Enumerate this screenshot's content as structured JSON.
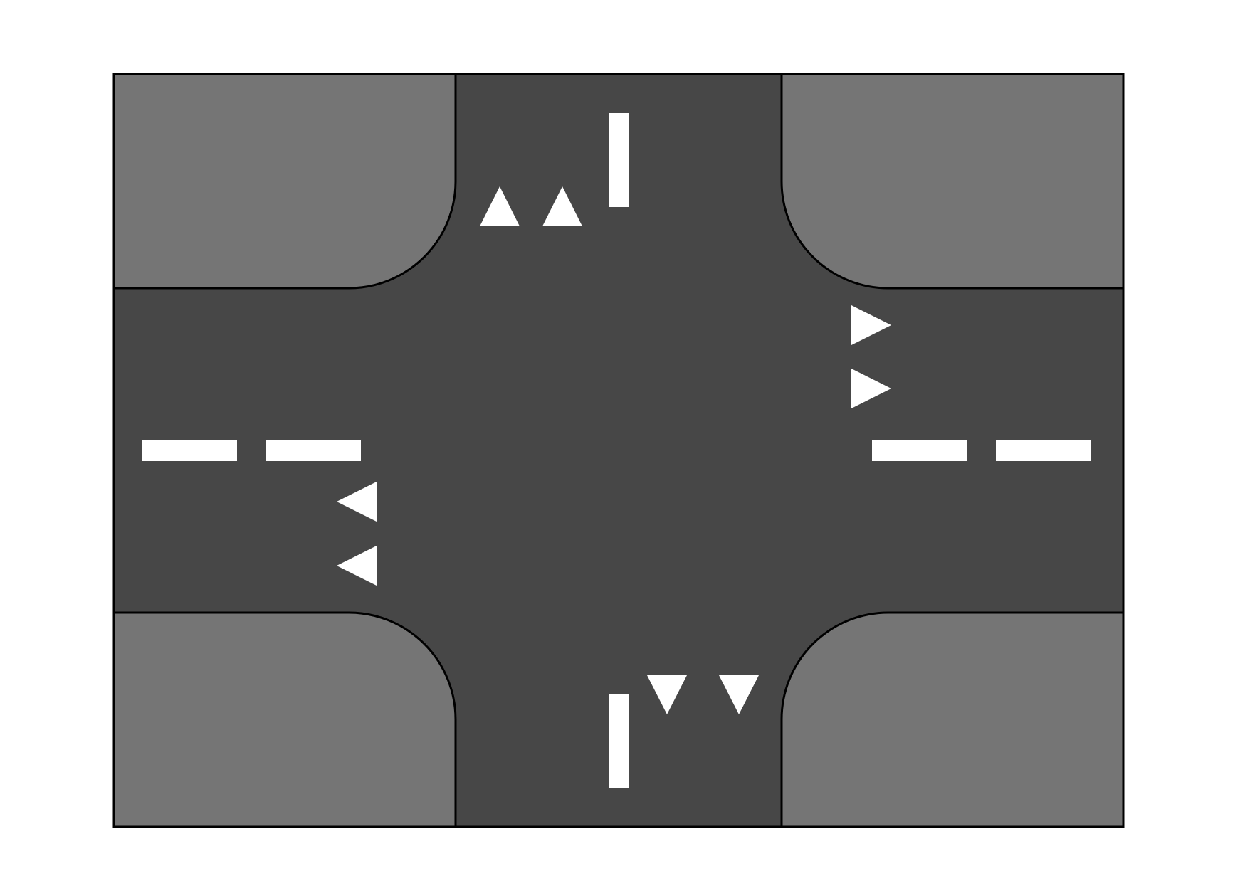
{
  "diagram": {
    "kind": "road-intersection",
    "colors": {
      "background": "#ffffff",
      "road": "#474747",
      "sidewalk": "#757575",
      "outline": "#000000",
      "marking": "#ffffff"
    },
    "corner_blocks": [
      "top-left",
      "top-right",
      "bottom-left",
      "bottom-right"
    ],
    "lane_dividers": [
      {
        "approach": "north",
        "segments": 1
      },
      {
        "approach": "south",
        "segments": 1
      },
      {
        "approach": "west",
        "segments": 2
      },
      {
        "approach": "east",
        "segments": 2
      }
    ],
    "arrows": [
      {
        "name": "north-arrow-1",
        "direction": "up"
      },
      {
        "name": "north-arrow-2",
        "direction": "up"
      },
      {
        "name": "south-arrow-1",
        "direction": "down"
      },
      {
        "name": "south-arrow-2",
        "direction": "down"
      },
      {
        "name": "west-arrow-1",
        "direction": "left"
      },
      {
        "name": "west-arrow-2",
        "direction": "left"
      },
      {
        "name": "east-arrow-1",
        "direction": "right"
      },
      {
        "name": "east-arrow-2",
        "direction": "right"
      }
    ]
  }
}
